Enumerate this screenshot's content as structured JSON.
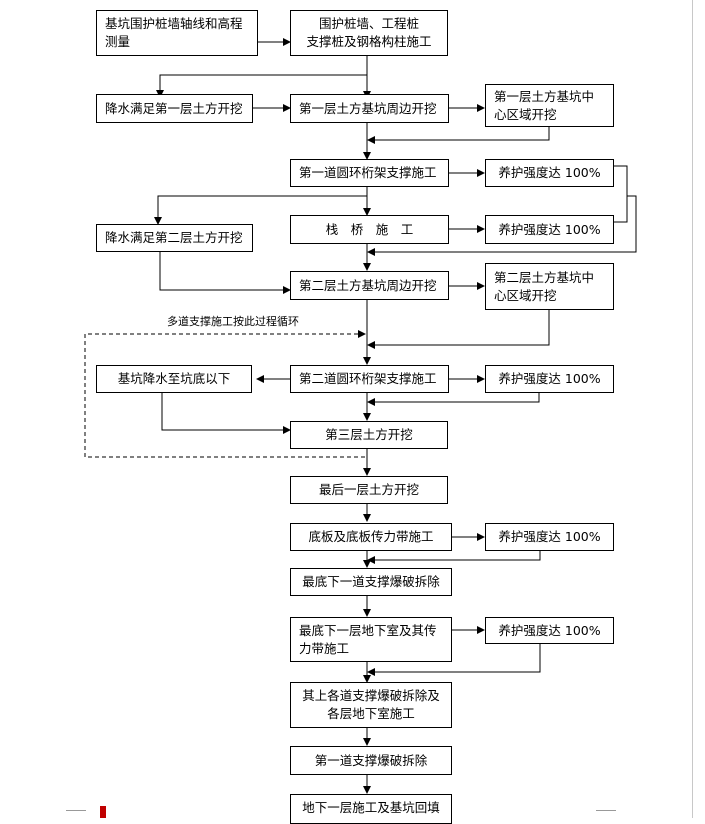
{
  "nodes": {
    "n1": "基坑围护桩墙轴线和高程测量",
    "n2": "围护桩墙、工程桩\n支撑桩及钢格构柱施工",
    "n3": "降水满足第一层土方开挖",
    "n4": "第一层土方基坑周边开挖",
    "n5": "第一层土方基坑中心区域开挖",
    "n6": "第一道圆环桁架支撑施工",
    "n7": "养护强度达 100%",
    "n8": "降水满足第二层土方开挖",
    "n9": "栈　桥　施　工",
    "n10": "养护强度达 100%",
    "n11": "第二层土方基坑周边开挖",
    "n12": "第二层土方基坑中心区域开挖",
    "n13": "基坑降水至坑底以下",
    "n14": "第二道圆环桁架支撑施工",
    "n15": "养护强度达 100%",
    "n16": "第三层土方开挖",
    "n17": "最后一层土方开挖",
    "n18": "底板及底板传力带施工",
    "n19": "养护强度达 100%",
    "n20": "最底下一道支撑爆破拆除",
    "n21": "最底下一层地下室及其传力带施工",
    "n22": "养护强度达 100%",
    "n23": "其上各道支撑爆破拆除及\n各层地下室施工",
    "n24": "第一道支撑爆破拆除",
    "n25": "地下一层施工及基坑回填"
  },
  "loop_note": "多道支撑施工按此过程循环"
}
